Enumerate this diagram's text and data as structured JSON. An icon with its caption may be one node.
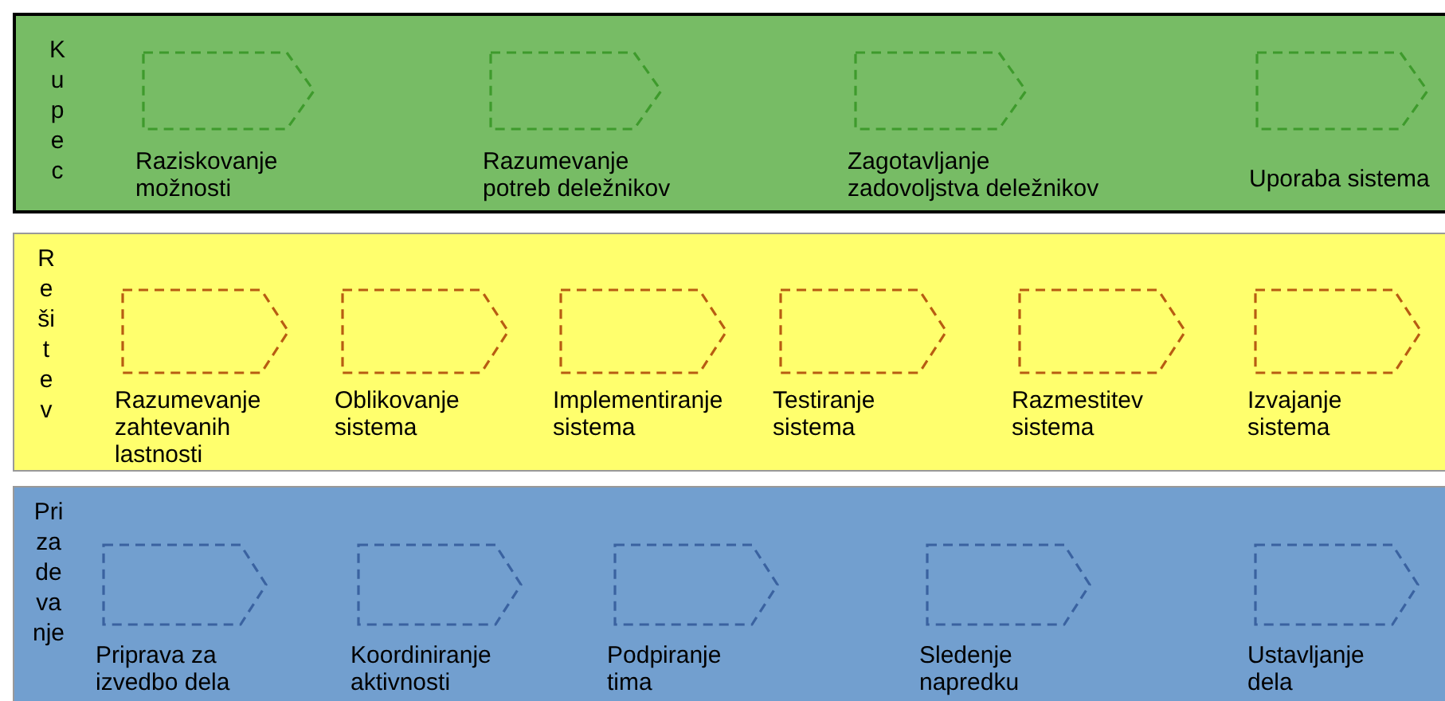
{
  "diagram": {
    "nodes": [
      {
        "text": [
          "Kupec"
        ]
      },
      {
        "text": [],
        "shape": "pentagon",
        "beside": [
          "Raziskovanje možnosti"
        ],
        "in": 0
      },
      {
        "text": [],
        "shape": "pentagon",
        "beside": [
          "Razumevanje potreb deležnikov"
        ],
        "in": 0
      },
      {
        "text": [],
        "shape": "pentagon",
        "beside": [
          "Zagotavljanje zadovoljstva deležnikov"
        ],
        "in": 0
      },
      {
        "text": [],
        "shape": "pentagon",
        "beside": [
          "Uporaba sistema"
        ],
        "in": 0
      },
      {
        "text": [
          "Rešitev"
        ]
      },
      {
        "text": [],
        "shape": "pentagon",
        "beside": [
          "Razumevanje zahtevanih lastnosti"
        ],
        "in": 5
      },
      {
        "text": [],
        "shape": "pentagon",
        "beside": [
          "Oblikovanje sistema"
        ],
        "in": 5
      },
      {
        "text": [],
        "shape": "pentagon",
        "beside": [
          "Implementiranje sistema"
        ],
        "in": 5
      },
      {
        "text": [],
        "shape": "pentagon",
        "beside": [
          "Testiranje sistema"
        ],
        "in": 5
      },
      {
        "text": [],
        "shape": "pentagon",
        "beside": [
          "Razmestitev sistema"
        ],
        "in": 5
      },
      {
        "text": [],
        "shape": "pentagon",
        "beside": [
          "Izvajanje sistema"
        ],
        "in": 5
      },
      {
        "text": [
          "Prizadevanje"
        ]
      },
      {
        "text": [],
        "shape": "pentagon",
        "beside": [
          "Priprava za izvedbo dela"
        ],
        "in": 12
      },
      {
        "text": [],
        "shape": "pentagon",
        "beside": [
          "Koordiniranje aktivnosti"
        ],
        "in": 12
      },
      {
        "text": [],
        "shape": "pentagon",
        "beside": [
          "Podpiranje tima"
        ],
        "in": 12
      },
      {
        "text": [],
        "shape": "pentagon",
        "beside": [
          "Sledenje napredku"
        ],
        "in": 12
      },
      {
        "text": [],
        "shape": "pentagon",
        "beside": [
          "Ustavljanje dela"
        ],
        "in": 12
      }
    ],
    "edges": []
  }
}
